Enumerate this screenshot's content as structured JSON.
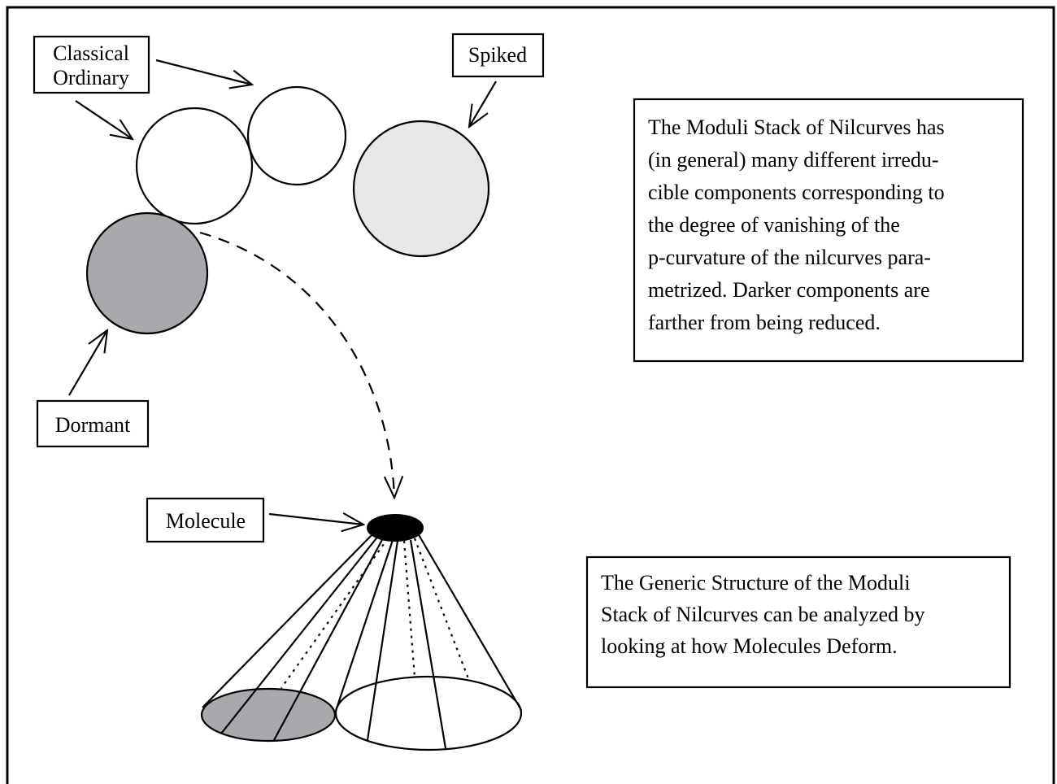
{
  "labels": {
    "classical": [
      "Classical",
      "Ordinary"
    ],
    "spiked": "Spiked",
    "dormant": "Dormant",
    "molecule": "Molecule"
  },
  "text_boxes": {
    "moduli_stack": [
      "The Moduli Stack of Nilcurves has",
      "(in general) many different irredu-",
      "cible components corresponding to",
      "the degree of vanishing of the",
      "p-curvature of the nilcurves para-",
      "metrized.  Darker components are",
      "farther from being reduced."
    ],
    "generic_structure": [
      "The Generic Structure of the Moduli",
      "Stack of Nilcurves can be analyzed by",
      "looking at how Molecules Deform."
    ]
  },
  "colors": {
    "ink": "#000000",
    "background": "#ffffff",
    "classical_fill": "#ffffff",
    "spiked_fill": "#e6e7e8",
    "dormant_fill": "#a7a9ac",
    "molecule_fill": "#000000",
    "cone_left_base_fill": "#a7a9ac",
    "cone_right_base_fill": "#ffffff"
  }
}
